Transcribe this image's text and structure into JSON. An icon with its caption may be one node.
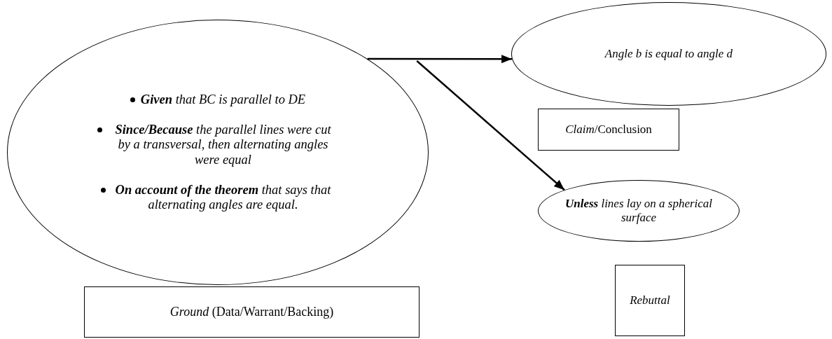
{
  "diagram": {
    "nodes": [
      {
        "text": [
          "**Given** that BC is parallel to DE",
          "**Since/Because** the parallel lines were cut by a transversal, then alternating angles were equal",
          "**On account of the theorem** that says that alternating angles are equal."
        ]
      },
      {
        "text": [
          "Angle b is equal to angle d"
        ]
      },
      {
        "text": [
          "*Claim*/Conclusion"
        ]
      },
      {
        "text": [
          "**Unless** lines lay on a spherical surface"
        ]
      },
      {
        "text": [
          "*Rebuttal*"
        ]
      },
      {
        "text": [
          "*Ground* (Data/Warrant/Backing)"
        ]
      }
    ],
    "edges": [
      {
        "from": 0,
        "to": 1,
        "arrow": "to"
      },
      {
        "from": 0,
        "to": 3,
        "arrow": "to"
      }
    ]
  }
}
